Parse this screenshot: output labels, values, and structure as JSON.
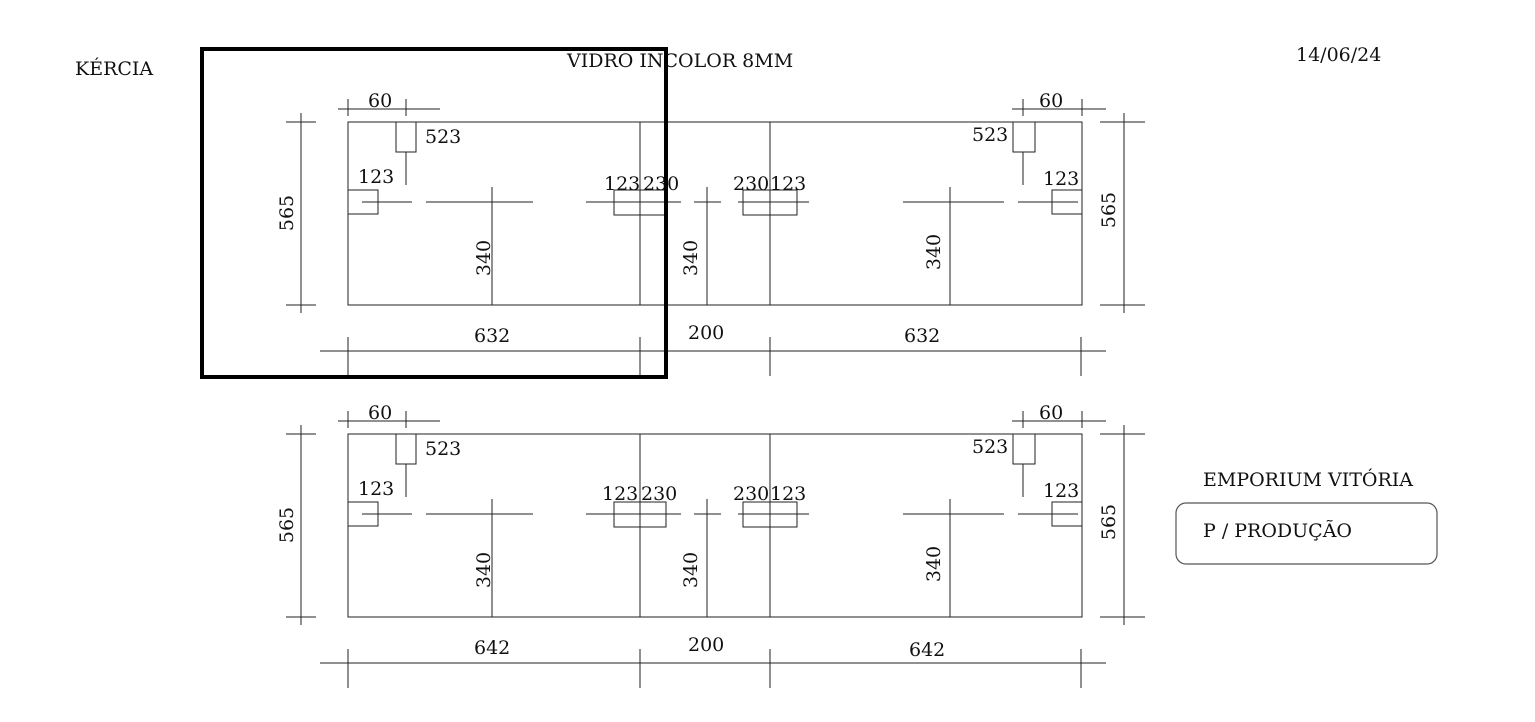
{
  "header": {
    "client": "KÉRCIA",
    "material": "VIDRO INCOLOR 8MM",
    "date": "14/06/24"
  },
  "footer": {
    "company": "EMPORIUM VITÓRIA",
    "stamp": "P / PRODUÇÃO"
  },
  "panels": [
    {
      "height": "565",
      "left_width": "632",
      "gap": "200",
      "right_width": "632",
      "edge_offset": "60",
      "hole_offset": "523",
      "hole_height": "123",
      "center_offset": "230",
      "depth": "340"
    },
    {
      "height": "565",
      "left_width": "642",
      "gap": "200",
      "right_width": "642",
      "edge_offset": "60",
      "hole_offset": "523",
      "hole_height": "123",
      "center_offset": "230",
      "depth": "340"
    }
  ]
}
